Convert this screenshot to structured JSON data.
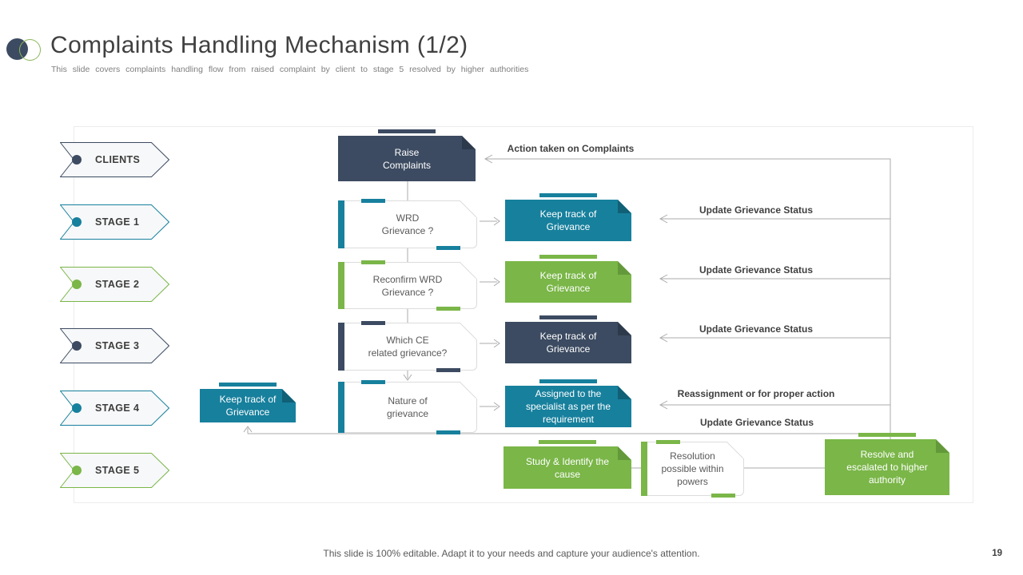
{
  "slide": {
    "title": "Complaints Handling Mechanism (1/2)",
    "subtitle": "This slide covers complaints handling flow from raised complaint by client to stage 5 resolved by higher authorities",
    "footer": "This slide is 100% editable. Adapt it to your needs and capture your audience's attention.",
    "page_number": "19"
  },
  "colors": {
    "navy": "#3c4b61",
    "teal": "#17809d",
    "green": "#7ab648",
    "connector_gray": "#ababab"
  },
  "ribbons": [
    {
      "label": "CLIENTS",
      "color": "navy"
    },
    {
      "label": "STAGE 1",
      "color": "teal"
    },
    {
      "label": "STAGE 2",
      "color": "green"
    },
    {
      "label": "STAGE 3",
      "color": "navy"
    },
    {
      "label": "STAGE 4",
      "color": "teal"
    },
    {
      "label": "STAGE 5",
      "color": "green"
    }
  ],
  "boxes": {
    "raise_complaints": "Raise\nComplaints",
    "wrd_grievance": "WRD\nGrievance ?",
    "keep_track_1": "Keep track of\nGrievance",
    "reconfirm_wrd": "Reconfirm WRD\nGrievance ?",
    "keep_track_2": "Keep track of\nGrievance",
    "which_ce": "Which CE\nrelated grievance?",
    "keep_track_3": "Keep track of\nGrievance",
    "nature_of_grievance": "Nature of\ngrievance",
    "assigned_specialist": "Assigned to the\nspecialist as per the\nrequirement",
    "keep_track_4": "Keep track of\nGrievance",
    "study_identify": "Study & Identify the\ncause",
    "resolution_possible": "Resolution\npossible within\npowers",
    "resolve_escalated": "Resolve and\nescalated to higher\nauthority"
  },
  "connector_labels": {
    "action_taken": "Action taken on Complaints",
    "update_1": "Update Grievance Status",
    "update_2": "Update Grievance Status",
    "update_3": "Update Grievance Status",
    "reassignment": "Reassignment or for proper action",
    "update_4": "Update Grievance Status"
  }
}
